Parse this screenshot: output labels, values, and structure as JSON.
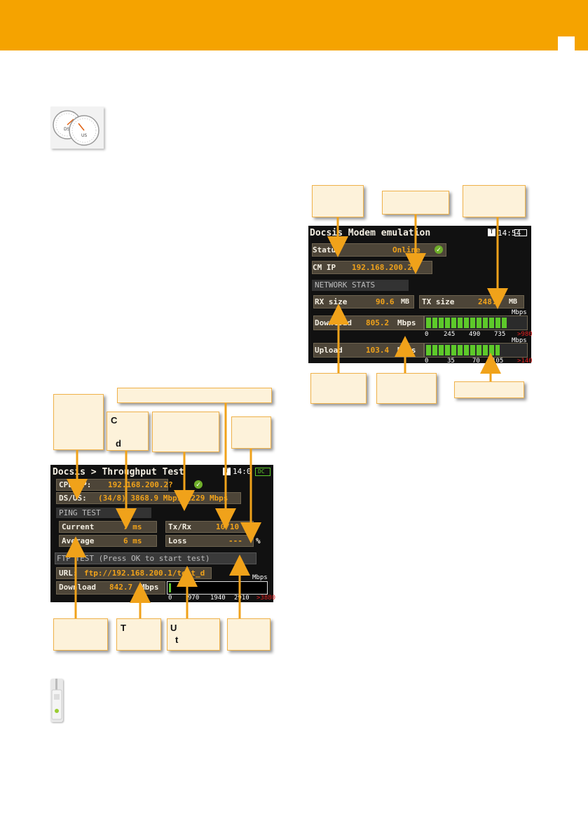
{
  "page": {
    "header_color": "#f5a300"
  },
  "throughput_screen": {
    "title": "Docsis > Throughput Test",
    "status_bar": {
      "test_icon": "T",
      "time": "14:0",
      "battery_label": "DC"
    },
    "cpe_ip": {
      "label": "CPE IP:",
      "value": "192.168.200.2?"
    },
    "ds_us": {
      "label": "DS/US:",
      "value": "(34/8) 3868.9 Mbps/1229 Mbps"
    },
    "ping_section": "PING TEST",
    "ping": {
      "current_label": "Current",
      "current_value": "7 ms",
      "average_label": "Average",
      "average_value": "6 ms",
      "txrx_label": "Tx/Rx",
      "txrx_value": "10/10",
      "loss_label": "Loss",
      "loss_value": "---",
      "loss_unit": "%"
    },
    "ftp_section": "FTP TEST (Press OK to start test)",
    "url": {
      "label": "URL:",
      "value": "ftp://192.168.200.1/test_d"
    },
    "download": {
      "label": "Download",
      "value": "842.7",
      "unit": "Mbps",
      "axis_unit": "Mbps",
      "level": 0.01
    },
    "scale": [
      "0",
      "970",
      "1940",
      "2910",
      ">3880"
    ]
  },
  "modem_screen": {
    "title": "Docsis Modem emulation",
    "status_bar": {
      "test_icon": "T",
      "time": "14:54"
    },
    "status": {
      "label": "Status",
      "value": "Online"
    },
    "cm_ip": {
      "label": "CM IP",
      "value": "192.168.200.23"
    },
    "network_section": "NETWORK STATS",
    "rx": {
      "label": "RX size",
      "value": "90.6",
      "unit": "MB"
    },
    "tx": {
      "label": "TX size",
      "value": "248.5",
      "unit": "MB"
    },
    "download": {
      "label": "Download",
      "value": "805.2",
      "unit": "Mbps",
      "axis_unit": "Mbps",
      "scale": [
        "0",
        "245",
        "490",
        "735",
        ">980"
      ],
      "level": 0.82
    },
    "upload": {
      "label": "Upload",
      "value": "103.4",
      "unit": "Mbps",
      "axis_unit": "Mbps",
      "scale": [
        "0",
        "35",
        "70",
        "105",
        ">140"
      ],
      "level": 0.74
    }
  },
  "callout_fragments": {
    "c": "C",
    "d": "d",
    "t": "T",
    "u": "U",
    "t2": "t"
  }
}
